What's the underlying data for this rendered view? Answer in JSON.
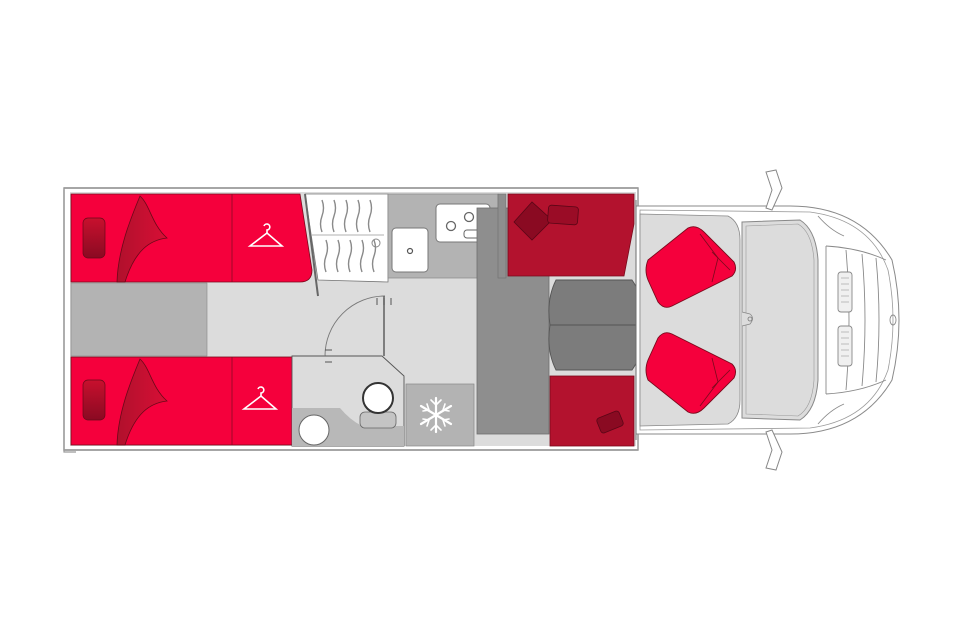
{
  "diagram": {
    "type": "motorhome-floor-plan",
    "orientation": "cab-right",
    "colors": {
      "background": "#ffffff",
      "bed_red": "#f5003c",
      "dinette_red": "#b3122e",
      "cushion_dark": "#a00d2a",
      "floor_light": "#dcdcdc",
      "floor_mid": "#b3b3b3",
      "furniture_gray": "#9a9a9a",
      "table_gray": "#7c7c7c",
      "outline": "#6e6e6e",
      "cab_line": "#8a8a8a"
    },
    "zones": [
      {
        "name": "rear-bed-top",
        "icon": "hanger-icon"
      },
      {
        "name": "rear-bed-bottom",
        "icon": "hanger-icon"
      },
      {
        "name": "shower"
      },
      {
        "name": "washroom"
      },
      {
        "name": "kitchen"
      },
      {
        "name": "fridge",
        "icon": "snowflake-icon"
      },
      {
        "name": "dinette"
      },
      {
        "name": "cab",
        "seats": 2
      }
    ]
  }
}
